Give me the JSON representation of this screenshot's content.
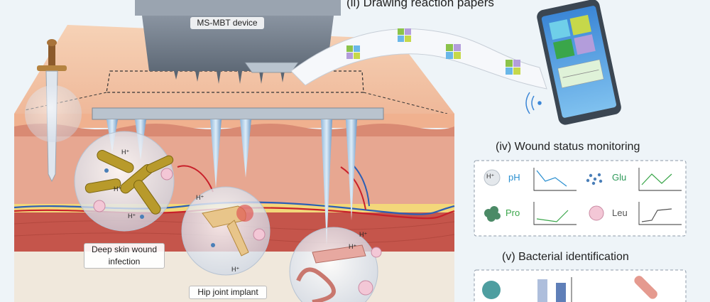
{
  "header": {
    "drawing_title": "(ii) Drawing reaction papers"
  },
  "device": {
    "label": "MS-MBT device"
  },
  "sections": {
    "monitoring_title": "(iv) Wound status monitoring",
    "identification_title": "(v) Bacterial identification"
  },
  "monitoring": {
    "items": [
      {
        "icon_label": "H⁺",
        "name": "pH",
        "color": "#2a8fd0",
        "line_color": "#2a8fd0"
      },
      {
        "icon_label": "",
        "name": "Glu",
        "color": "#2f9a5a",
        "line_color": "#3aa64a"
      },
      {
        "icon_label": "",
        "name": "Pro",
        "color": "#3aa64a",
        "line_color": "#3aa64a"
      },
      {
        "icon_label": "",
        "name": "Leu",
        "color": "#555555",
        "line_color": "#555555"
      }
    ]
  },
  "callouts": {
    "deep_wound": [
      "Deep skin wound",
      "infection"
    ],
    "hip_joint": "Hip joint implant"
  },
  "ions": {
    "h_plus": "H⁺"
  },
  "colors": {
    "skin": "#f2c3a5",
    "dermis": "#e49a87",
    "muscle": "#c7504a",
    "bone": "#f1ead8",
    "device": "#6e7a89",
    "panel_bg": "#ffffff",
    "panel_border": "#9aa7b5"
  }
}
